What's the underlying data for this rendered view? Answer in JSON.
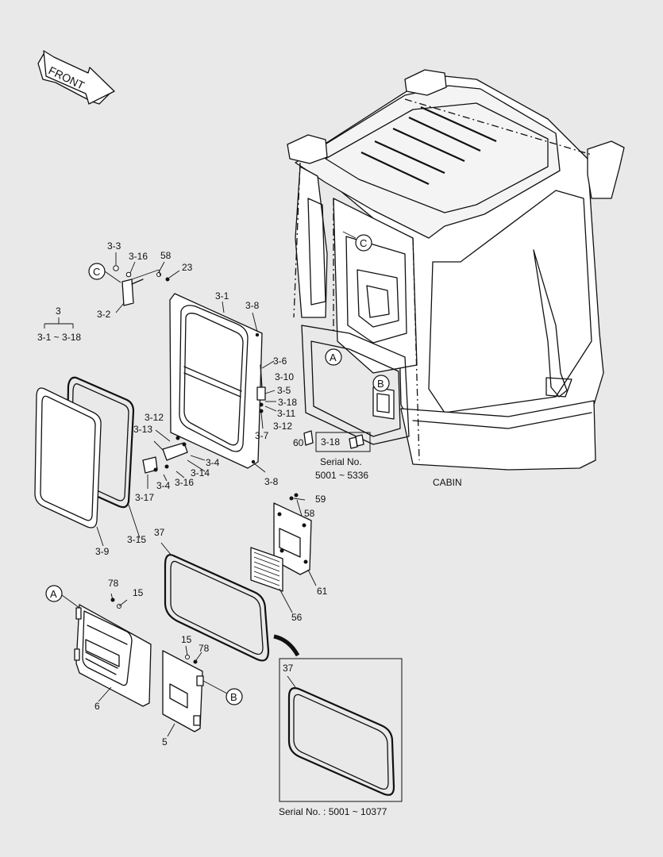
{
  "front_arrow": "FRONT",
  "cabin_label": "CABIN",
  "callouts": {
    "a": "A",
    "b": "B",
    "c": "C"
  },
  "assembly": {
    "number": "3",
    "range": "3-1 ~ 3-18"
  },
  "parts": {
    "p3_1": "3-1",
    "p3_2": "3-2",
    "p3_3": "3-3",
    "p3_4a": "3-4",
    "p3_4b": "3-4",
    "p3_5": "3-5",
    "p3_6": "3-6",
    "p3_7": "3-7",
    "p3_8a": "3-8",
    "p3_8b": "3-8",
    "p3_9": "3-9",
    "p3_10": "3-10",
    "p3_11": "3-11",
    "p3_12a": "3-12",
    "p3_12b": "3-12",
    "p3_13": "3-13",
    "p3_14": "3-14",
    "p3_15": "3-15",
    "p3_16a": "3-16",
    "p3_16b": "3-16",
    "p3_17": "3-17",
    "p3_18a": "3-18",
    "p3_18b": "3-18",
    "p5": "5",
    "p6": "6",
    "p15a": "15",
    "p15b": "15",
    "p23": "23",
    "p37a": "37",
    "p37b": "37",
    "p56": "56",
    "p58a": "58",
    "p58b": "58",
    "p59": "59",
    "p60": "60",
    "p61": "61",
    "p78a": "78",
    "p78b": "78"
  },
  "serial_inset_1": {
    "title": "Serial No.",
    "range": "5001 ~ 5336"
  },
  "serial_inset_2": "Serial No. : 5001 ~ 10377"
}
